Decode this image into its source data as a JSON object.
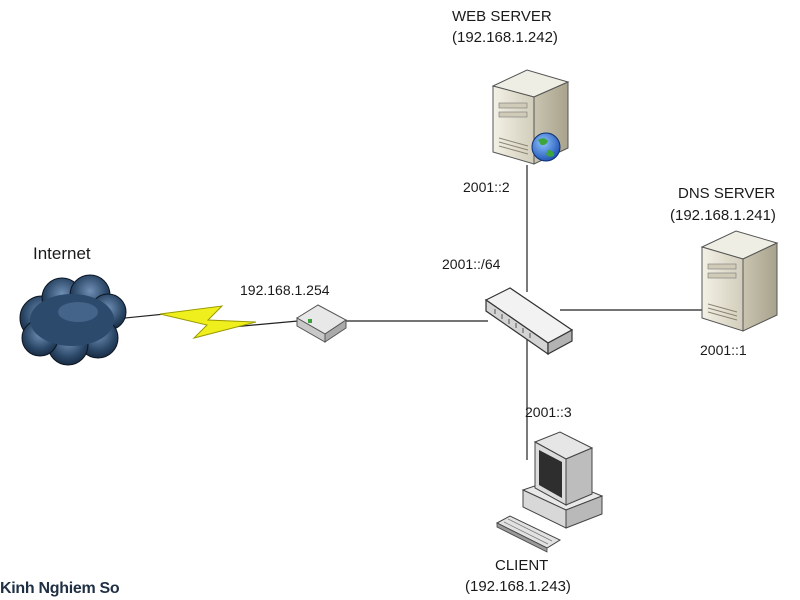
{
  "web_server": {
    "name": "WEB SERVER",
    "ipv4": "(192.168.1.242)",
    "ipv6": "2001::2"
  },
  "dns_server": {
    "name": "DNS SERVER",
    "ipv4": "(192.168.1.241)",
    "ipv6": "2001::1"
  },
  "client": {
    "name": "CLIENT",
    "ipv4": "(192.168.1.243)",
    "ipv6": "2001::3"
  },
  "router": {
    "ipv4": "192.168.1.254"
  },
  "switch": {
    "subnet": "2001::/64"
  },
  "internet": {
    "label": "Internet"
  },
  "watermark": "Kinh Nghiem So",
  "colors": {
    "cloud": "#1d3a5c",
    "lightning": "#e6e600",
    "server_body": "#d9d5c6",
    "globe": "#2f6fd3"
  }
}
